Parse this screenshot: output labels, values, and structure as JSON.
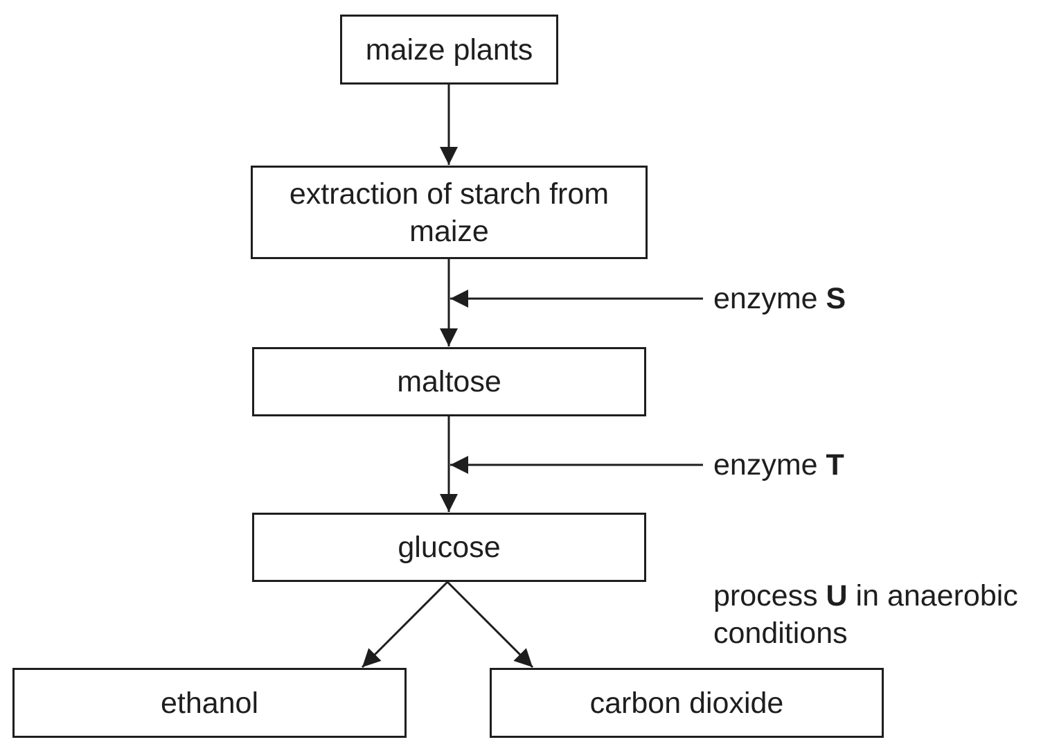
{
  "boxes": {
    "maize_plants": "maize plants",
    "extraction": "extraction of starch from maize",
    "maltose": "maltose",
    "glucose": "glucose",
    "ethanol": "ethanol",
    "carbon_dioxide": "carbon dioxide"
  },
  "labels": {
    "enzyme_s": {
      "prefix": "enzyme ",
      "letter": "S"
    },
    "enzyme_t": {
      "prefix": "enzyme ",
      "letter": "T"
    },
    "process_u": {
      "prefix": "process ",
      "letter": "U",
      "suffix": " in anaerobic",
      "line2": "conditions"
    }
  },
  "colors": {
    "ink": "#1e1e1e"
  }
}
